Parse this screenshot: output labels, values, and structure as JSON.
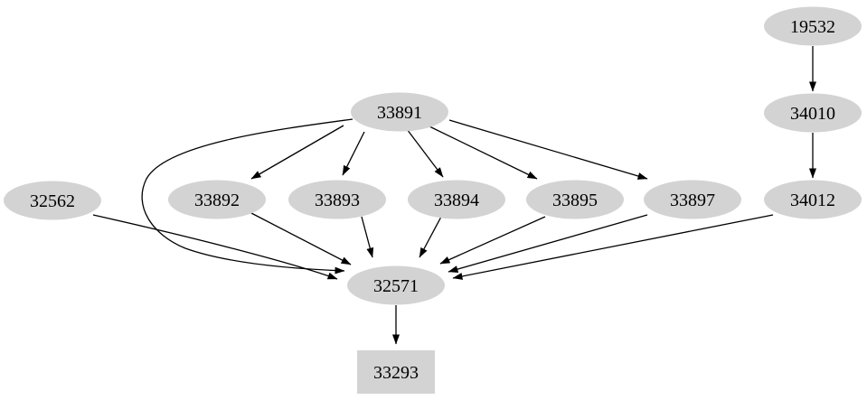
{
  "graph": {
    "type": "directed-graph",
    "background": "#ffffff",
    "node_fill": "#d3d3d3",
    "edge_color": "#000000",
    "label_color": "#000000",
    "nodes": [
      {
        "id": "19532",
        "label": "19532",
        "shape": "ellipse"
      },
      {
        "id": "34010",
        "label": "34010",
        "shape": "ellipse"
      },
      {
        "id": "34012",
        "label": "34012",
        "shape": "ellipse"
      },
      {
        "id": "33891",
        "label": "33891",
        "shape": "ellipse"
      },
      {
        "id": "32562",
        "label": "32562",
        "shape": "ellipse"
      },
      {
        "id": "33892",
        "label": "33892",
        "shape": "ellipse"
      },
      {
        "id": "33893",
        "label": "33893",
        "shape": "ellipse"
      },
      {
        "id": "33894",
        "label": "33894",
        "shape": "ellipse"
      },
      {
        "id": "33895",
        "label": "33895",
        "shape": "ellipse"
      },
      {
        "id": "33897",
        "label": "33897",
        "shape": "ellipse"
      },
      {
        "id": "32571",
        "label": "32571",
        "shape": "ellipse"
      },
      {
        "id": "33293",
        "label": "33293",
        "shape": "box"
      }
    ],
    "edges": [
      {
        "from": "19532",
        "to": "34010"
      },
      {
        "from": "34010",
        "to": "34012"
      },
      {
        "from": "33891",
        "to": "33892"
      },
      {
        "from": "33891",
        "to": "33893"
      },
      {
        "from": "33891",
        "to": "33894"
      },
      {
        "from": "33891",
        "to": "33895"
      },
      {
        "from": "33891",
        "to": "33897"
      },
      {
        "from": "33891",
        "to": "32571"
      },
      {
        "from": "32562",
        "to": "32571"
      },
      {
        "from": "33892",
        "to": "32571"
      },
      {
        "from": "33893",
        "to": "32571"
      },
      {
        "from": "33894",
        "to": "32571"
      },
      {
        "from": "33895",
        "to": "32571"
      },
      {
        "from": "33897",
        "to": "32571"
      },
      {
        "from": "34012",
        "to": "32571"
      },
      {
        "from": "32571",
        "to": "33293"
      }
    ]
  }
}
